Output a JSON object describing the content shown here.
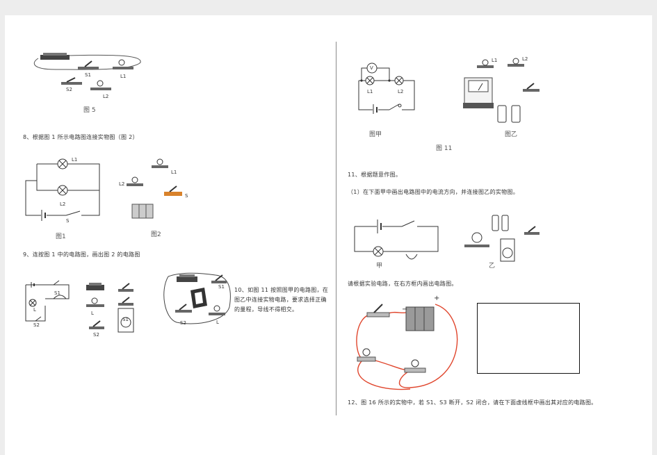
{
  "left": {
    "fig5": {
      "caption": "图 5",
      "labels": {
        "s1": "S1",
        "s2": "S2",
        "l1": "L1",
        "l2": "L2"
      }
    },
    "q8": {
      "text": "8、根据图 1 所示电路图连接实物图（图 2）",
      "fig1": {
        "caption": "图1",
        "labels": {
          "l1": "L1",
          "l2": "L2",
          "s": "S"
        }
      },
      "fig2": {
        "caption": "图2",
        "labels": {
          "l1": "L1",
          "l2": "L2",
          "s": "S"
        }
      }
    },
    "q9": {
      "text": "9、连按图 1 中的电路图，画出图 2 的电路图",
      "labels": {
        "s1": "S1",
        "s2": "S2",
        "l": "L"
      },
      "fig_labels": {
        "l": "L",
        "s1": "S1",
        "s2": "S2"
      }
    },
    "q10": {
      "lines": [
        "10、如图 11 按照图甲的电路图，在",
        "图乙中连接实物电路，要求选择正确",
        "的量程，导线不得相交。"
      ],
      "labels": {
        "s1": "S1",
        "s2": "S2",
        "l": "L"
      }
    }
  },
  "right": {
    "fig11": {
      "caption": "图 11",
      "jia": {
        "caption": "图甲",
        "labels": {
          "v": "V",
          "l1": "L1",
          "l2": "L2"
        }
      },
      "yi": {
        "caption": "图乙",
        "labels": {
          "l1": "L1",
          "l2": "L2"
        }
      }
    },
    "q11": {
      "text": "11、根据题意作图。",
      "part1": "（1）在下面甲中画出电路图中的电流方向，并连接图乙的实物图。",
      "jia_caption": "甲",
      "yi_caption": "乙"
    },
    "draw": {
      "text": "请根据实验电路，在右方框内画出电路图。",
      "minus": "−",
      "plus": "+"
    },
    "q12": {
      "text": "12、图 16 所示的实物中，若 S1、S3 断开，S2 闭合，请在下面虚线框中画出其对应的电路图。"
    }
  }
}
